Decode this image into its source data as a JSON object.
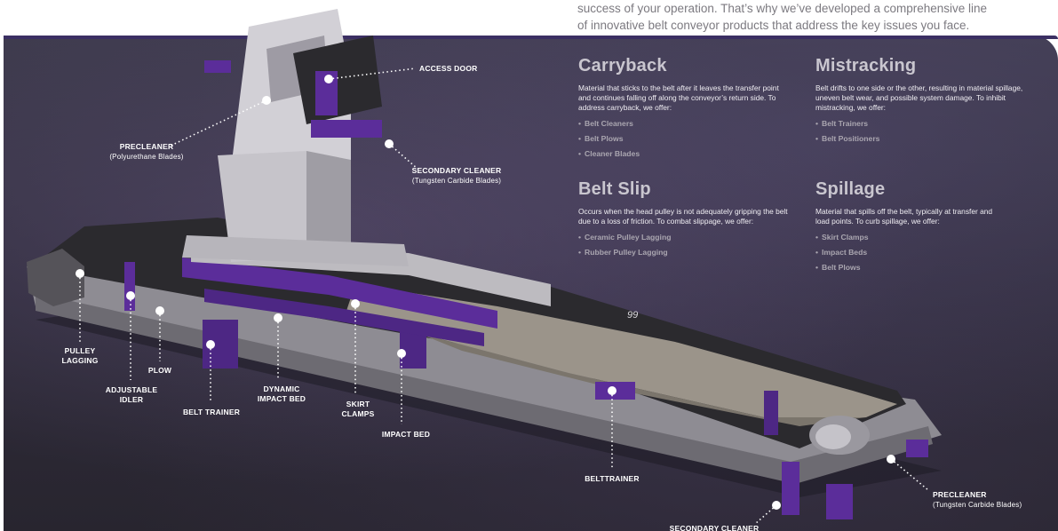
{
  "intro": {
    "line1": "success of your operation. That’s why we’ve developed a comprehensive line",
    "line2": "of innovative belt conveyor products that address the key issues you face."
  },
  "colors": {
    "panel": "#2f2c3b",
    "accent_purple": "#5b2d9a",
    "heading_gray": "#c9c6cf",
    "item_gray": "#aaa6b0"
  },
  "callouts": {
    "access_door": "ACCESS DOOR",
    "precleaner_top": "PRECLEANER",
    "precleaner_top_sub": "(Polyurethane Blades)",
    "secondary_cleaner_top": "SECONDARY CLEANER",
    "secondary_cleaner_top_sub": "(Tungsten Carbide Blades)",
    "pulley_lagging_1": "PULLEY",
    "pulley_lagging_2": "LAGGING",
    "plow": "PLOW",
    "adjustable_idler_1": "ADJUSTABLE",
    "adjustable_idler_2": "IDLER",
    "belt_trainer": "BELT TRAINER",
    "dynamic_impact_bed_1": "DYNAMIC",
    "dynamic_impact_bed_2": "IMPACT BED",
    "skirt_clamps_1": "SKIRT",
    "skirt_clamps_2": "CLAMPS",
    "impact_bed": "IMPACT BED",
    "belttrainer_2": "BELTTRAINER",
    "precleaner_bottom": "PRECLEANER",
    "precleaner_bottom_sub": "(Tungsten Carbide Blades)",
    "secondary_cleaner_bottom": "SECONDARY CLEANER"
  },
  "machine_label": "99",
  "issues": [
    {
      "title": "Carryback",
      "desc": "Material that sticks to the belt after it leaves the transfer point and continues falling off along the conveyor’s return side. To address carryback, we offer:",
      "items": [
        "Belt Cleaners",
        "Belt Plows",
        "Cleaner Blades"
      ]
    },
    {
      "title": "Mistracking",
      "desc": "Belt drifts to one side or the other, resulting in material spillage, uneven belt wear, and possible system damage. To inhibit mistracking, we offer:",
      "items": [
        "Belt Trainers",
        "Belt Positioners"
      ]
    },
    {
      "title": "Belt Slip",
      "desc": "Occurs when the head pulley is not adequately gripping the belt due to a loss of friction. To combat slippage, we offer:",
      "items": [
        "Ceramic Pulley Lagging",
        "Rubber Pulley Lagging"
      ]
    },
    {
      "title": "Spillage",
      "desc": "Material that spills off the belt, typically at transfer and load points. To curb spillage, we offer:",
      "items": [
        "Skirt Clamps",
        "Impact Beds",
        "Belt Plows"
      ]
    }
  ]
}
